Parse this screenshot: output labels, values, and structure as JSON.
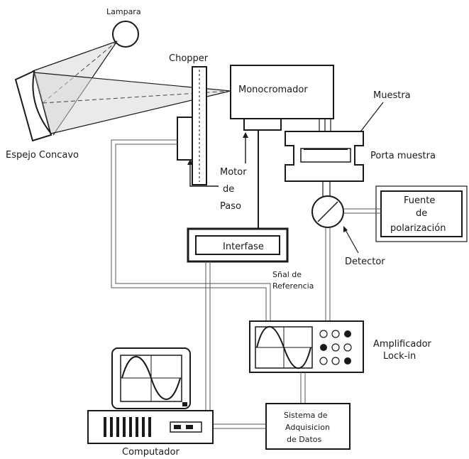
{
  "labels": {
    "lampara": "Lampara",
    "chopper": "Chopper",
    "monocromador": "Monocromador",
    "espejo": "Espejo Concavo",
    "muestra": "Muestra",
    "porta_muestra": "Porta muestra",
    "motor_l1": "Motor",
    "motor_l2": "de",
    "motor_l3": "Paso",
    "fuente_l1": "Fuente",
    "fuente_l2": "de",
    "fuente_l3": "polarización",
    "interfase": "Interfase",
    "detector": "Detector",
    "senal_l1": "Sñal de",
    "senal_l2": "Referencia",
    "amplificador_l1": "Amplificador",
    "amplificador_l2": "Lock-in",
    "sistema_l1": "Sistema de",
    "sistema_l2": "Adquisicion",
    "sistema_l3": "de Datos",
    "computador": "Computador"
  }
}
